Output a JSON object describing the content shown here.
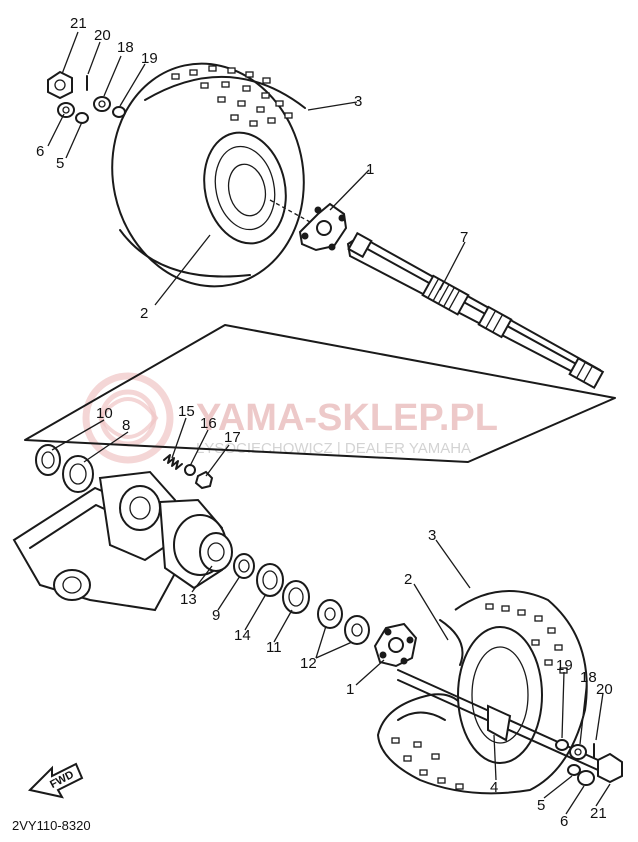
{
  "diagram": {
    "drawing_code": "2VY110-8320",
    "direction_label": "FWD",
    "callouts": {
      "n1": "1",
      "n2": "2",
      "n3": "3",
      "n4": "4",
      "n5": "5",
      "n6": "6",
      "n7": "7",
      "n8": "8",
      "n9": "9",
      "n10": "10",
      "n11": "11",
      "n12": "12",
      "n13": "13",
      "n14": "14",
      "n15": "15",
      "n16": "16",
      "n17": "17",
      "n18": "18",
      "n19": "19",
      "n20": "20",
      "n21": "21"
    }
  },
  "watermark": {
    "brand": "YAMA-SKLEP.PL",
    "tagline": "ŁYSOCIECHOWICZ | DEALER YAMAHA",
    "color": "#e8b7b7"
  }
}
